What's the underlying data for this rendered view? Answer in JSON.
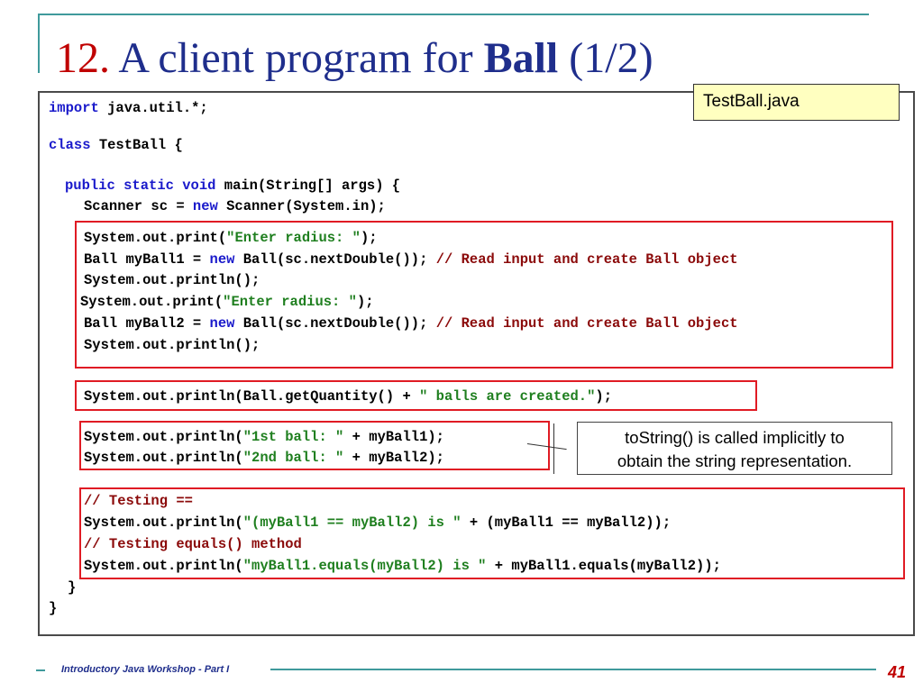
{
  "slide": {
    "title": {
      "number": "12.",
      "prefix": "A client program for",
      "bold_word": "Ball",
      "suffix": "(1/2)"
    },
    "file_label": "TestBall.java",
    "callout": {
      "line1": "toString() is called implicitly to",
      "line2": "obtain the string representation."
    },
    "footer": {
      "text": "Introductory Java Workshop - Part I",
      "page": "41"
    },
    "code": {
      "import_kw": "import",
      "import_rest": " java.util.*;",
      "class_kw": "class",
      "class_rest": " TestBall {",
      "main_public": "public",
      "main_static": "static",
      "main_void": "void",
      "main_rest": " main(String[] args) {",
      "scanner_pre": "Scanner sc = ",
      "scanner_new": "new",
      "scanner_post": " Scanner(System.in);",
      "b1_l1_pre": "System.out.print(",
      "b1_l1_str": "\"Enter radius: \"",
      "b1_l1_post": ");",
      "b1_l2_pre": "Ball myBall1 = ",
      "b1_l2_new": "new",
      "b1_l2_mid": " Ball(sc.nextDouble()); ",
      "b1_l2_cm": "// Read input and create Ball object",
      "b1_l3": "System.out.println();",
      "b1_l4_pre": "System.out.print(",
      "b1_l4_str": "\"Enter radius: \"",
      "b1_l4_post": ");",
      "b1_l5_pre": "Ball myBall2 = ",
      "b1_l5_new": "new",
      "b1_l5_mid": " Ball(sc.nextDouble()); ",
      "b1_l5_cm": "// Read input and create Ball object",
      "b1_l6": "System.out.println();",
      "b2_pre": "System.out.println(Ball.getQuantity() + ",
      "b2_str": "\" balls are created.\"",
      "b2_post": ");",
      "b3_l1_pre": "System.out.println(",
      "b3_l1_str": "\"1st ball: \"",
      "b3_l1_post": " + myBall1);",
      "b3_l2_pre": "System.out.println(",
      "b3_l2_str": "\"2nd ball: \"",
      "b3_l2_post": " + myBall2);",
      "b4_l1_cm": "// Testing ==",
      "b4_l2_pre": "System.out.println(",
      "b4_l2_str": "\"(myBall1 == myBall2) is \"",
      "b4_l2_post": " + (myBall1 == myBall2));",
      "b4_l3_cm": "// Testing equals() method",
      "b4_l4_pre": "System.out.println(",
      "b4_l4_str": "\"myBall1.equals(myBall2) is \"",
      "b4_l4_post": " + myBall1.equals(myBall2));",
      "close_method": "}",
      "close_class": "}"
    }
  }
}
